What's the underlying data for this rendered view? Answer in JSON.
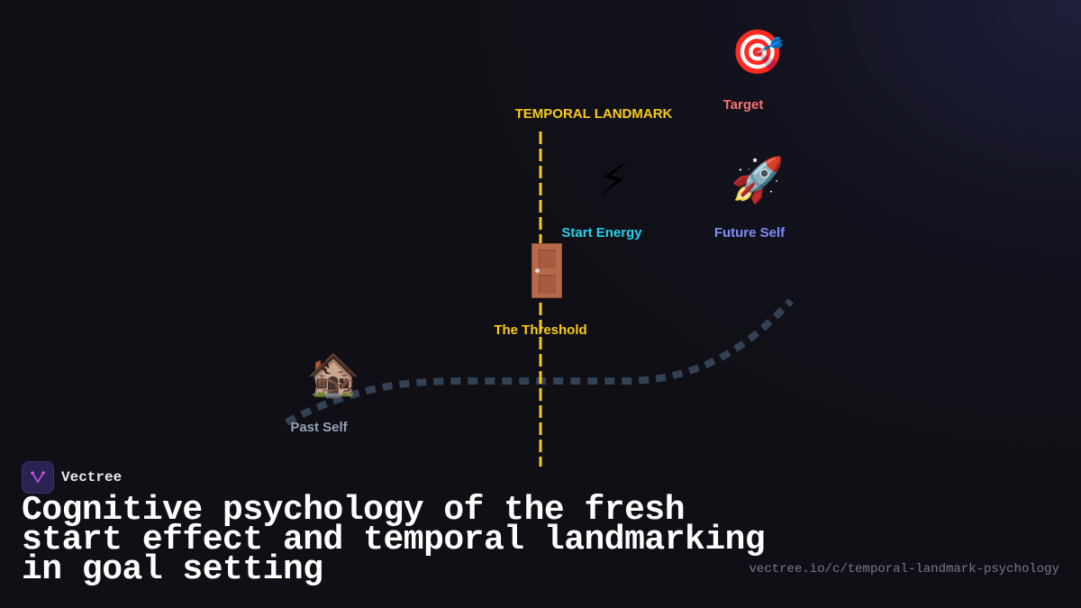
{
  "diagram": {
    "landmark_label": "TEMPORAL LANDMARK",
    "nodes": [
      {
        "id": "past-self",
        "icon": "🏚️",
        "icon_name": "derelict-house-icon",
        "label": "Past Self",
        "color": "#94a3b8"
      },
      {
        "id": "threshold",
        "icon": "🚪",
        "icon_name": "door-icon",
        "label": "The Threshold",
        "color": "#facc15"
      },
      {
        "id": "start-energy",
        "icon": "⚡",
        "icon_name": "lightning-icon",
        "label": "Start Energy",
        "color": "#22d3ee"
      },
      {
        "id": "future-self",
        "icon": "🚀",
        "icon_name": "rocket-icon",
        "label": "Future Self",
        "color": "#818cf8"
      },
      {
        "id": "target",
        "icon": "🎯",
        "icon_name": "target-icon",
        "label": "Target",
        "color": "#f87171"
      }
    ],
    "colors": {
      "landmark_line": "#facc15",
      "path": "#334155",
      "background": "#0f0f15"
    }
  },
  "brand": {
    "name": "Vectree"
  },
  "title": "Cognitive psychology of the fresh start effect and temporal landmarking in goal setting",
  "url": "vectree.io/c/temporal-landmark-psychology"
}
